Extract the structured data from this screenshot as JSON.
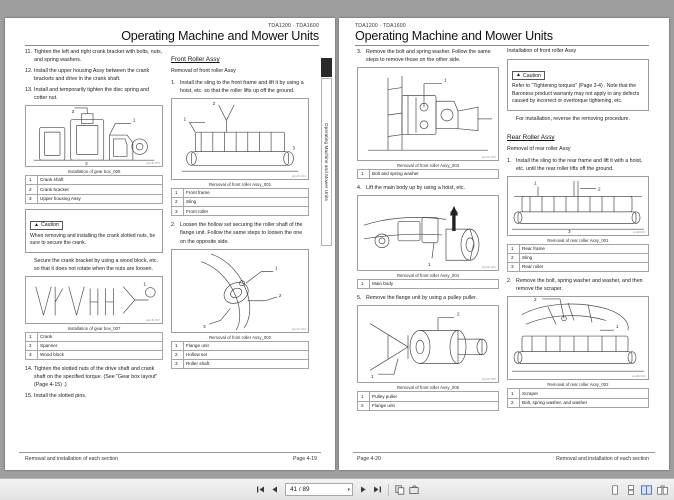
{
  "document": {
    "model_line": "TDA1200 · TDA1600",
    "title": "Operating Machine and Mower Units",
    "side_tab": "Operating Machine and Mower Units",
    "footer_section": "Removal and installation of each section"
  },
  "left_page": {
    "page_label": "Page 4-19",
    "col1": {
      "steps": [
        {
          "n": "11.",
          "t": "Tighten the left and right crank bracket with bolts, nuts, and spring washers."
        },
        {
          "n": "12.",
          "t": "Install the upper housing Assy between the crank brackets and drive in the crank shaft."
        },
        {
          "n": "13.",
          "t": "Install and temporarily tighten the disc spring and cotter nut."
        }
      ],
      "figure1_caption": "Installation of gear box_006",
      "figure1_code": "jdpcB-006",
      "table1": [
        {
          "i": "1",
          "p": "Crank shaft"
        },
        {
          "i": "2",
          "p": "Crank bracket"
        },
        {
          "i": "3",
          "p": "Upper housing Assy"
        }
      ],
      "caution_label": "Caution",
      "caution_body": "When removing and installing the crank slotted nuts, be sure to secure the crank.",
      "note": "Secure the crank bracket by using a wood block, etc. so that it does not rotate when the nuts are loosen.",
      "figure2_caption": "Installation of gear box_007",
      "figure2_code": "jdpcB-007",
      "table2": [
        {
          "i": "1",
          "p": "Crank"
        },
        {
          "i": "2",
          "p": "Spanner"
        },
        {
          "i": "3",
          "p": "Wood block"
        }
      ],
      "steps2": [
        {
          "n": "14.",
          "t": "Tighten the slotted nuts of the drive shaft and crank shaft on the specified torque. (See \"Gear box layout\" (Page 4-15) .)"
        },
        {
          "n": "15.",
          "t": "Install the slotted pins."
        }
      ]
    },
    "col2": {
      "heading": "Front Roller Assy",
      "sub": "Removal of front roller Assy",
      "steps": [
        {
          "n": "1.",
          "t": "Install the sling to the front frame and lift it by using a hoist, etc. so that the roller lifts up off the ground."
        }
      ],
      "figure1_caption": "Removal of front roller Assy_001",
      "figure1_code": "jdpcR-001",
      "table1": [
        {
          "i": "1",
          "p": "Front frame"
        },
        {
          "i": "2",
          "p": "Sling"
        },
        {
          "i": "3",
          "p": "Front roller"
        }
      ],
      "steps2": [
        {
          "n": "2.",
          "t": "Loosen the hollow set securing the roller shaft of the flange unit. Follow the same steps to loosen the one on the opposite side."
        }
      ],
      "figure2_caption": "Removal of front roller Assy_002",
      "figure2_code": "jdpcR-002",
      "table2": [
        {
          "i": "1",
          "p": "Flange unit"
        },
        {
          "i": "2",
          "p": "Hollow set"
        },
        {
          "i": "3",
          "p": "Roller shaft"
        }
      ]
    }
  },
  "right_page": {
    "page_label": "Page 4-20",
    "col1": {
      "steps": [
        {
          "n": "3.",
          "t": "Remove the bolt and spring washer. Follow the same steps to remove those on the other side."
        }
      ],
      "figure1_caption": "Removal of front roller Assy_003",
      "figure1_code": "jdpcR-003",
      "table1": [
        {
          "i": "1",
          "p": "Bolt and spring washer"
        }
      ],
      "steps2": [
        {
          "n": "4.",
          "t": "Lift the main body up by using a hoist, etc."
        }
      ],
      "figure2_caption": "Removal of front roller Assy_004",
      "figure2_code": "jdpcR-004",
      "table2": [
        {
          "i": "1",
          "p": "Main body"
        }
      ],
      "steps3": [
        {
          "n": "5.",
          "t": "Remove the flange unit by using a pulley puller."
        }
      ],
      "figure3_caption": "Removal of front roller Assy_005",
      "figure3_code": "jdpcR-005",
      "table3": [
        {
          "i": "1",
          "p": "Pulley puller"
        },
        {
          "i": "2",
          "p": "Flange unit"
        }
      ]
    },
    "col2": {
      "install_label": "Installation of front roller Assy",
      "caution_label": "Caution",
      "caution_body": "Refer to \"Tightening torques\" (Page 3-4) . Note that the Baroness product warranty may not apply to any defects caused by incorrect or overtorque tightening, etc.",
      "install_note": "For installation, reverse the removing procedure.",
      "heading": "Rear Roller Assy",
      "sub": "Removal of rear roller Assy",
      "steps": [
        {
          "n": "1.",
          "t": "Install the sling to the rear frame and lift it with a hoist, etc. until the rear roller lifts off the ground."
        }
      ],
      "figure1_caption": "Removal of rear roller Assy_001",
      "figure1_code": "snaMcR1",
      "table1": [
        {
          "i": "1",
          "p": "Rear frame"
        },
        {
          "i": "2",
          "p": "Sling"
        },
        {
          "i": "3",
          "p": "Rear roller"
        }
      ],
      "steps2": [
        {
          "n": "2.",
          "t": "Remove the bolt, spring washer and washer, and then remove the scraper."
        }
      ],
      "figure2_caption": "Removal of rear roller Assy_002",
      "figure2_code": "snaMc002",
      "table2": [
        {
          "i": "1",
          "p": "Scraper"
        },
        {
          "i": "2",
          "p": "Bolt, spring washer, and washer"
        }
      ]
    }
  },
  "toolbar": {
    "first_page": "first-page",
    "prev_page": "previous-page",
    "page_value": "41 / 89",
    "next_page": "next-page",
    "last_page": "last-page",
    "copy": "copy",
    "snapshot": "snapshot",
    "single_page_view": "single-page",
    "facing_view": "facing-pages",
    "book_view": "book-view",
    "continuous_view": "continuous"
  }
}
